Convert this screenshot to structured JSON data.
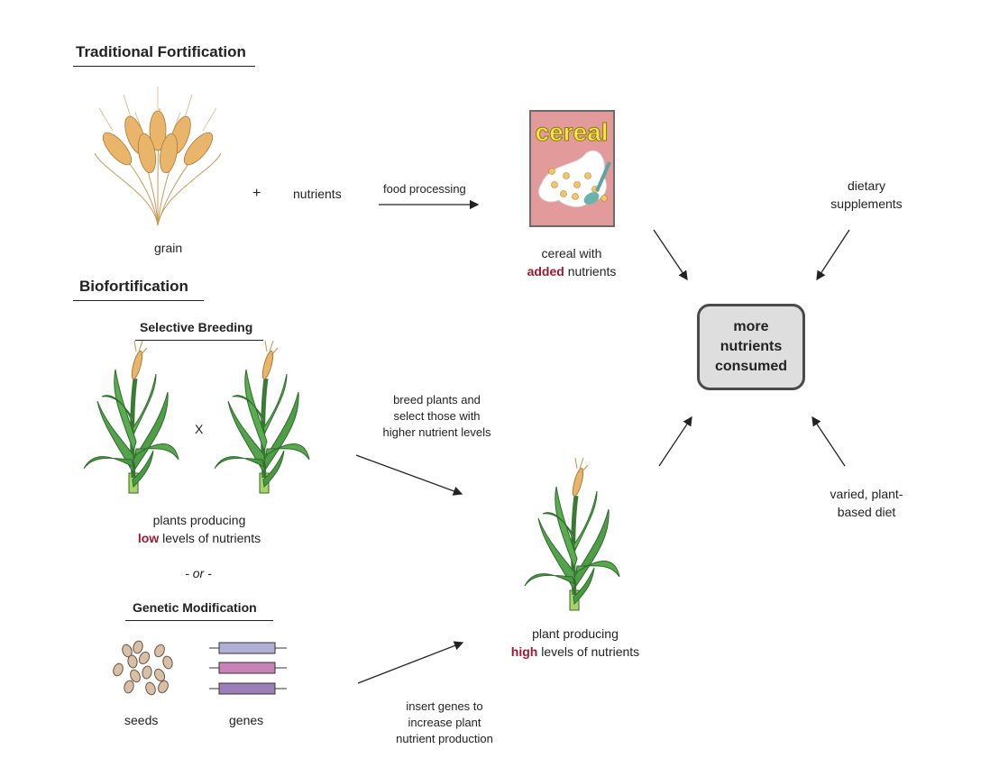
{
  "sections": {
    "traditional": "Traditional Fortification",
    "biofortification": "Biofortification",
    "selective_breeding": "Selective Breeding",
    "genetic_modification": "Genetic Modification"
  },
  "labels": {
    "grain": "grain",
    "plus": "+",
    "nutrients": "nutrients",
    "food_processing": "food processing",
    "cereal_box_text": "cereal",
    "cereal_line1": "cereal with",
    "cereal_added": "added",
    "cereal_line2_rest": " nutrients",
    "dietary_line1": "dietary",
    "dietary_line2": "supplements",
    "center_box": [
      "more",
      "nutrients",
      "consumed"
    ],
    "cross": "X",
    "breed_line1": "breed plants and",
    "breed_line2": "select those with",
    "breed_line3": "higher nutrient levels",
    "low_line1": "plants producing",
    "low_word": "low",
    "low_line2_rest": " levels of nutrients",
    "or": "- or -",
    "varied_line1": "varied, plant-",
    "varied_line2": "based diet",
    "high_line1": "plant producing",
    "high_word": "high",
    "high_line2_rest": " levels of nutrients",
    "seeds": "seeds",
    "genes": "genes",
    "insert_line1": "insert genes to",
    "insert_line2": "increase plant",
    "insert_line3": "nutrient production"
  },
  "colors": {
    "highlight": "#9b1b30",
    "box_fill": "#dedede",
    "box_border": "#4a4a4a",
    "cereal_box": "#e29a9a",
    "plant_green": "#4a9a4a",
    "wheat": "#e8b56a"
  },
  "icons": {
    "grain": "wheat-bundle-icon",
    "cereal": "cereal-box-icon",
    "plant": "corn-plant-icon",
    "seeds": "seeds-icon",
    "genes": "gene-bars-icon"
  }
}
